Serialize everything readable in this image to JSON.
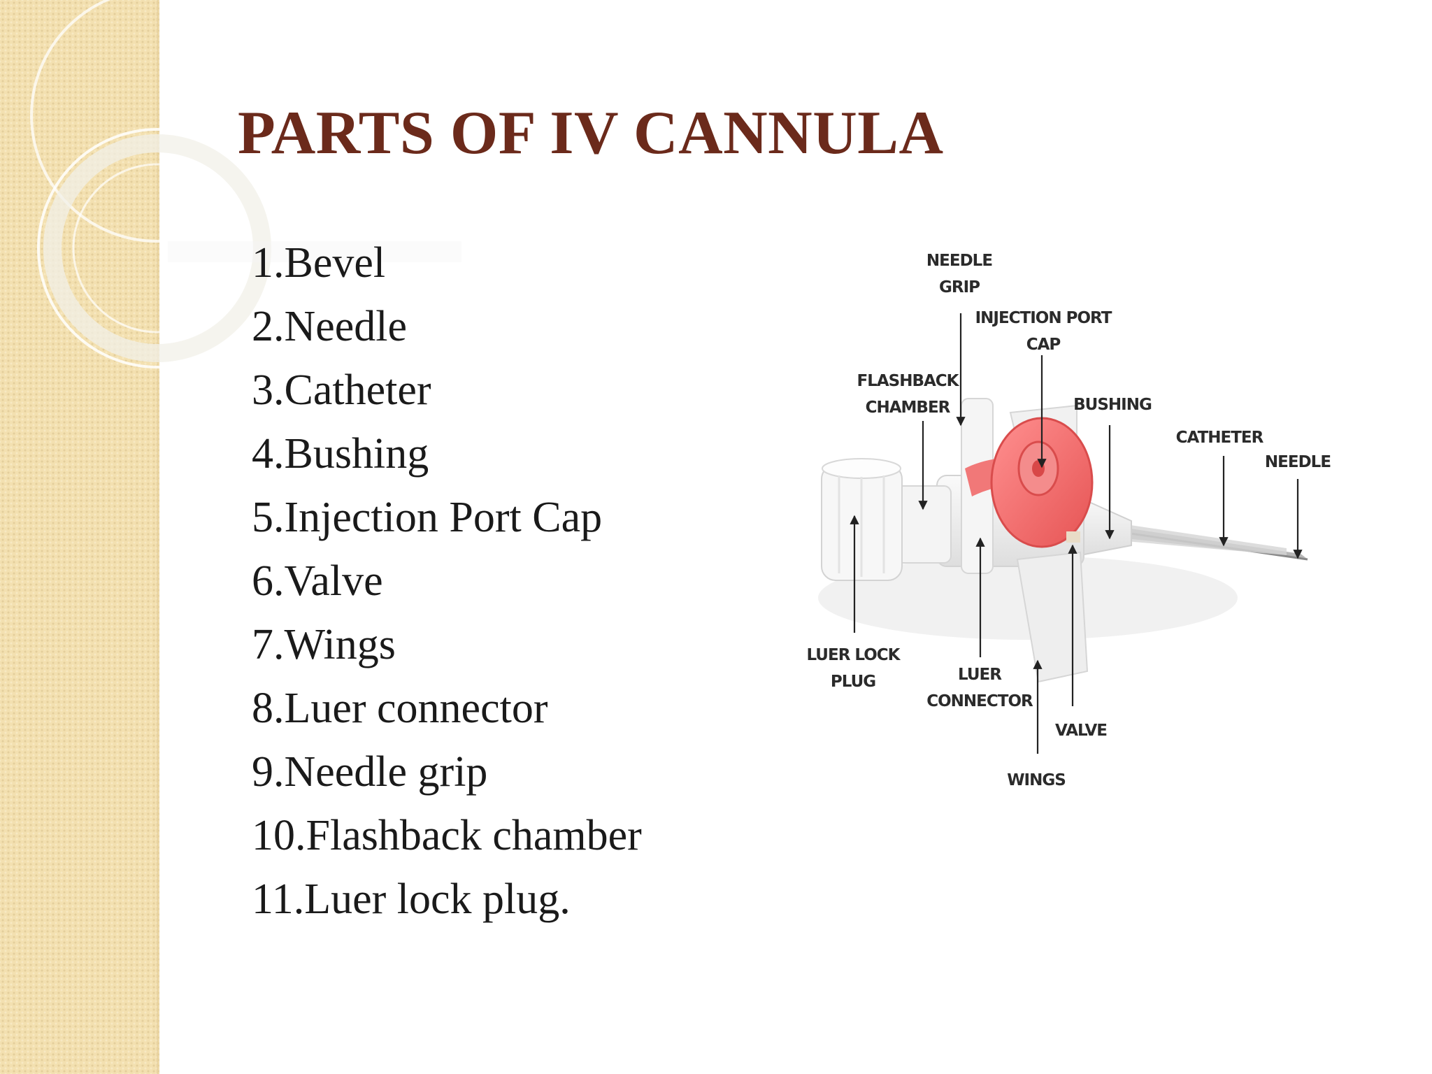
{
  "slide": {
    "title": "PARTS OF IV CANNULA",
    "parts": [
      "1.Bevel",
      "2.Needle",
      "3.Catheter",
      "4.Bushing",
      "5.Injection Port Cap",
      "6.Valve",
      "7.Wings",
      "8.Luer connector",
      "9.Needle grip",
      "10.Flashback chamber",
      "11.Luer lock plug."
    ]
  },
  "diagram": {
    "labels": {
      "needle_grip": [
        "NEEDLE",
        "GRIP"
      ],
      "injection_port_cap": [
        "INJECTION PORT",
        "CAP"
      ],
      "flashback_chamber": [
        "FLASHBACK",
        "CHAMBER"
      ],
      "bushing": "BUSHING",
      "catheter": "CATHETER",
      "needle": "NEEDLE",
      "luer_lock_plug": [
        "LUER LOCK",
        "PLUG"
      ],
      "luer_connector": [
        "LUER",
        "CONNECTOR"
      ],
      "valve": "VALVE",
      "wings": "WINGS"
    },
    "colors": {
      "cap": "#f06a6a",
      "body": "#eeeeee",
      "title": "#6b2a1b"
    }
  }
}
